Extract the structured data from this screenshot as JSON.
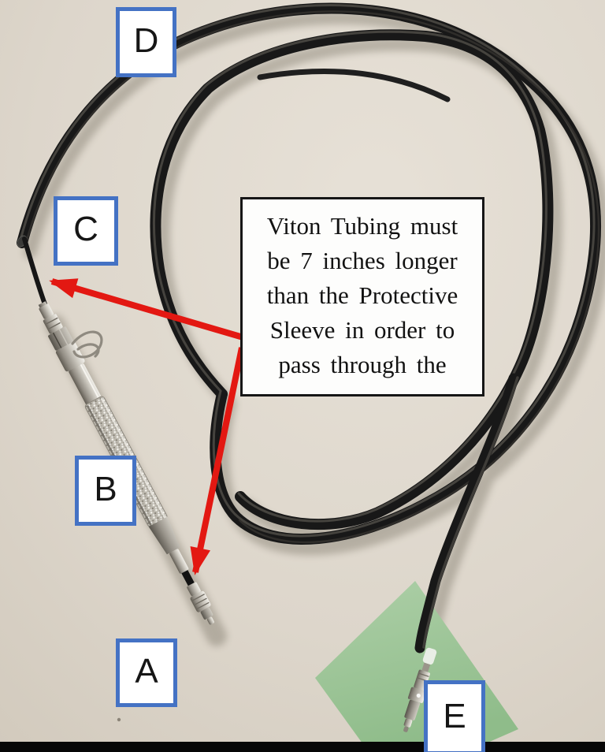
{
  "annotation": {
    "lines": [
      "Viton Tubing must",
      "be 7 inches longer",
      "than the Protective",
      "Sleeve in order to",
      "pass through the"
    ]
  },
  "labels": {
    "d": "D",
    "c": "C",
    "b": "B",
    "a": "A",
    "e": "E"
  },
  "parts": {
    "a": "tip connector",
    "b": "protective sleeve",
    "c": "viton tubing end",
    "d": "coiled tubing",
    "e": "end connector on green note"
  },
  "colors": {
    "label_border": "#4472C4",
    "arrow": "#E31812",
    "cable": "#1A1A1A",
    "background": "#DBD4C9",
    "note_paper": "#A6C9A0",
    "black_bar": "#070707"
  }
}
